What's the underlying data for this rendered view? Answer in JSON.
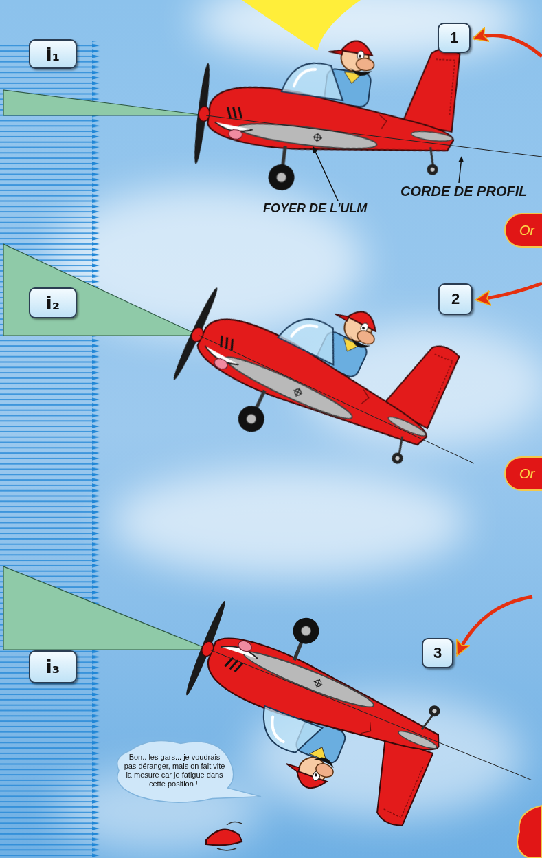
{
  "diagram": {
    "nodes": [
      {
        "text": [
          "1"
        ]
      },
      {
        "text": [
          "i₁"
        ]
      },
      {
        "text": [
          "Or"
        ]
      },
      {
        "text": [
          "i₂"
        ]
      },
      {
        "text": [
          "2"
        ]
      },
      {
        "text": [
          "Or"
        ]
      },
      {
        "text": [
          "3"
        ]
      },
      {
        "text": [
          "i₃"
        ]
      },
      {
        "text": [
          "Bon.. les gars... je voudrais pas déranger, mais on fait vite la mesure car je fatigue dans cette position !."
        ]
      }
    ],
    "labels": [
      "CORDE DE PROFIL",
      "FOYER DE L'ULM"
    ]
  }
}
